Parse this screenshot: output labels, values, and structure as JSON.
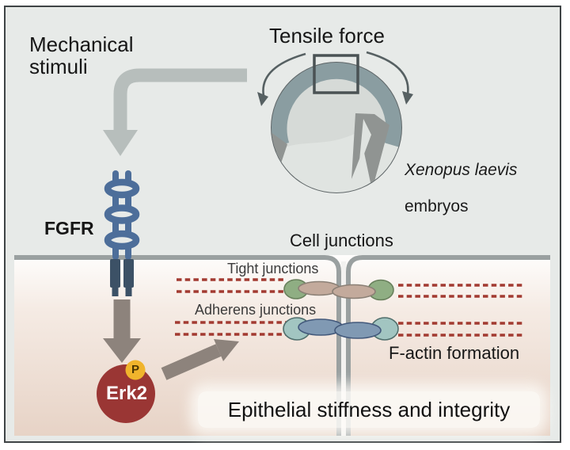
{
  "figure": {
    "kind": "graphical-abstract-diagram",
    "labels": {
      "mechanical_stimuli": "Mechanical stimuli",
      "tensile_force": "Tensile force",
      "species": "Xenopus laevis",
      "species_suffix": "embryos",
      "receptor": "FGFR",
      "cell_junctions": "Cell junctions",
      "tight_junctions": "Tight junctions",
      "adherens_junctions": "Adherens junctions",
      "f_actin": "F-actin formation",
      "kinase": "Erk2",
      "phosphate": "P",
      "outcome": "Epithelial stiffness and integrity"
    },
    "colors": {
      "background": "#e7eae8",
      "frame_border": "#3f4446",
      "membrane": "#9aa0a0",
      "cell_gap": "#f3f2f0",
      "stimuli_arrow": "#b7bebc",
      "signal_arrow": "#8d837c",
      "receptor_blue": "#4d6e9a",
      "receptor_kinase": "#3c5166",
      "erk_red": "#9a3634",
      "phosphate_yellow": "#f0b42c",
      "factin_red": "#a23a31",
      "tight_outer_green": "#8fae83",
      "tight_inner_tan": "#c3aa9c",
      "adherens_outer_teal": "#a2c5c1",
      "adherens_inner_blue": "#8099b3",
      "embryo_fill": "#d6dad7",
      "embryo_band": "#8a9da1",
      "embryo_patch": "#909492",
      "text": "#161616"
    }
  }
}
